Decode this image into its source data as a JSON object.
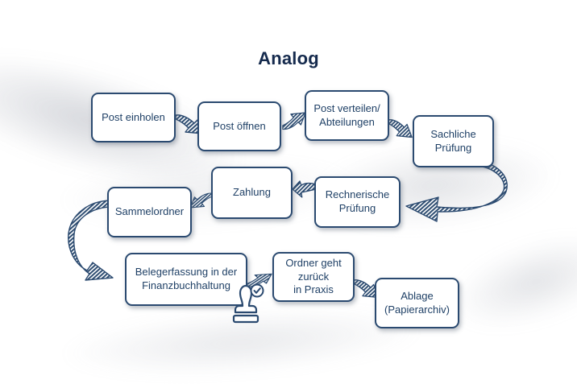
{
  "title": "Analog",
  "diagram": {
    "nodes": [
      {
        "id": "post-einholen",
        "label": "Post einholen"
      },
      {
        "id": "post-oeffnen",
        "label": "Post öffnen"
      },
      {
        "id": "post-verteilen-abteilungen",
        "label": "Post verteilen/\nAbteilungen"
      },
      {
        "id": "sachliche-pruefung",
        "label": "Sachliche\nPrüfung"
      },
      {
        "id": "rechnerische-pruefung",
        "label": "Rechnerische\nPrüfung"
      },
      {
        "id": "zahlung",
        "label": "Zahlung"
      },
      {
        "id": "sammelordner",
        "label": "Sammelordner"
      },
      {
        "id": "belegerfassung",
        "label": "Belegerfassung in der\nFinanzbuchhaltung"
      },
      {
        "id": "ordner-zurueck",
        "label": "Ordner geht\nzurück\nin Praxis"
      },
      {
        "id": "ablage",
        "label": "Ablage\n(Papierarchiv)"
      }
    ],
    "connections": [
      {
        "from": "post-einholen",
        "to": "post-oeffnen"
      },
      {
        "from": "post-oeffnen",
        "to": "post-verteilen-abteilungen"
      },
      {
        "from": "post-verteilen-abteilungen",
        "to": "sachliche-pruefung"
      },
      {
        "from": "sachliche-pruefung",
        "to": "rechnerische-pruefung"
      },
      {
        "from": "rechnerische-pruefung",
        "to": "zahlung"
      },
      {
        "from": "zahlung",
        "to": "sammelordner"
      },
      {
        "from": "sammelordner",
        "to": "belegerfassung"
      },
      {
        "from": "belegerfassung",
        "to": "ordner-zurueck"
      },
      {
        "from": "ordner-zurueck",
        "to": "ablage"
      }
    ],
    "icons": [
      {
        "name": "stamp-approved-icon",
        "meaning": "rubber stamp with checkmark badge"
      }
    ],
    "colors": {
      "outline_navy": "#2b4a70",
      "text_navy": "#1f4066",
      "title_navy": "#152a4d",
      "background": "#ffffff",
      "swoosh_gray": "#a8acb6"
    }
  }
}
